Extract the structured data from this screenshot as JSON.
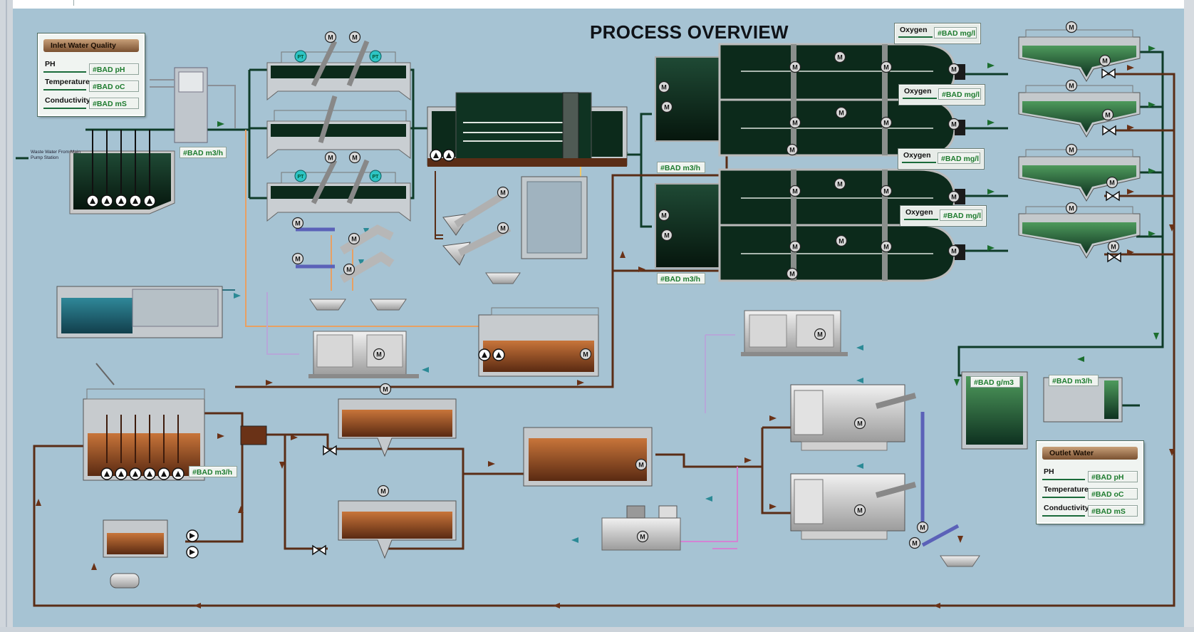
{
  "title": "PROCESS OVERVIEW",
  "source_label": "Waste Water From Main Pump Station",
  "inlet": {
    "header": "Inlet Water Quality",
    "ph_label": "PH",
    "ph_value": "#BAD pH",
    "temp_label": "Temperature",
    "temp_value": "#BAD oC",
    "cond_label": "Conductivity",
    "cond_value": "#BAD mS"
  },
  "outlet": {
    "header": "Outlet Water",
    "ph_label": "PH",
    "ph_value": "#BAD pH",
    "temp_label": "Temperature",
    "temp_value": "#BAD oC",
    "cond_label": "Conductivity",
    "cond_value": "#BAD mS"
  },
  "flows": {
    "inlet_flow": "#BAD m3/h",
    "bio_flow_1": "#BAD m3/h",
    "bio_flow_2": "#BAD m3/h",
    "sludge_flow": "#BAD m3/h",
    "outlet_flow": "#BAD m3/h",
    "outlet_tss": "#BAD g/m3"
  },
  "oxygen": [
    {
      "label": "Oxygen",
      "value": "#BAD mg/l"
    },
    {
      "label": "Oxygen",
      "value": "#BAD mg/l"
    },
    {
      "label": "Oxygen",
      "value": "#BAD mg/l"
    },
    {
      "label": "Oxygen",
      "value": "#BAD mg/l"
    }
  ],
  "motor_symbol": "M",
  "sensor_symbol": "PT",
  "colors": {
    "background": "#a6c3d3",
    "tank_green": "#0d2e1e",
    "sludge_brown": "#6a3217",
    "value_green": "#1d7b2e",
    "panel_header": "#9b6a42",
    "water_pipe": "#0e3b28",
    "sludge_pipe": "#5a2d16"
  }
}
